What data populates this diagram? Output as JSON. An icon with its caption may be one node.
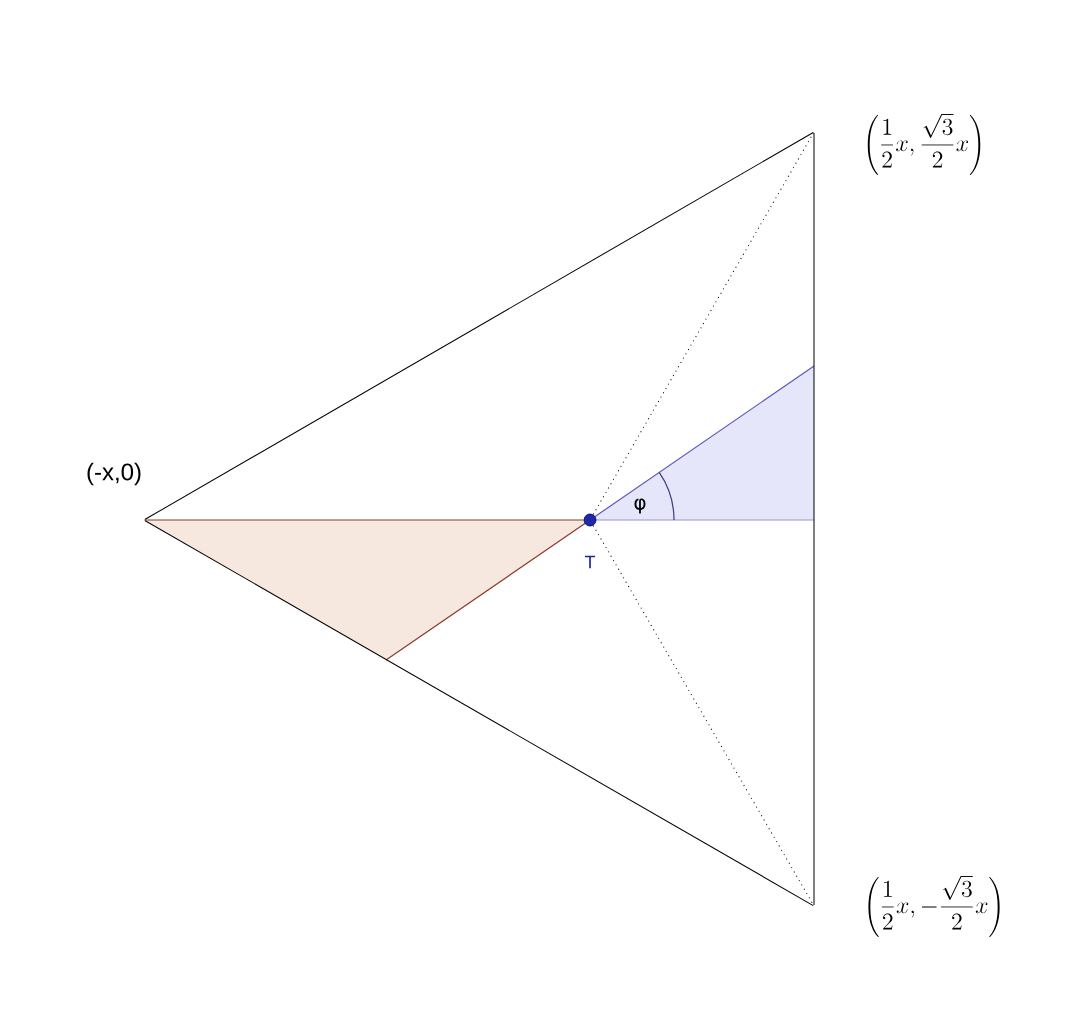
{
  "diagram": {
    "nodes": [
      {
        "text": [],
        "shape": "point",
        "beside": [
          "(-x,0)"
        ]
      },
      {
        "text": [],
        "shape": "point",
        "beside": [
          "\\left( \\frac{1}{2}x, \\frac{\\sqrt{3}}{2}x \\right)"
        ]
      },
      {
        "text": [],
        "shape": "point",
        "beside": [
          "\\left( \\frac{1}{2}x, -\\frac{\\sqrt{3}}{2}x \\right)"
        ]
      },
      {
        "text": [],
        "shape": "circle",
        "beside": [
          "T"
        ]
      }
    ],
    "edges": [
      {
        "from": 0,
        "to": 1,
        "arrow": "none"
      },
      {
        "from": 1,
        "to": 2,
        "arrow": "none"
      },
      {
        "from": 2,
        "to": 0,
        "arrow": "none"
      },
      {
        "from": 3,
        "to": 1,
        "arrow": "none",
        "style": "dashed"
      },
      {
        "from": 3,
        "to": 2,
        "arrow": "none",
        "style": "dashed"
      },
      {
        "from": 0,
        "to": 3,
        "arrow": "none",
        "color": "#8b3a2a"
      }
    ],
    "labels": [
      "φ"
    ]
  }
}
